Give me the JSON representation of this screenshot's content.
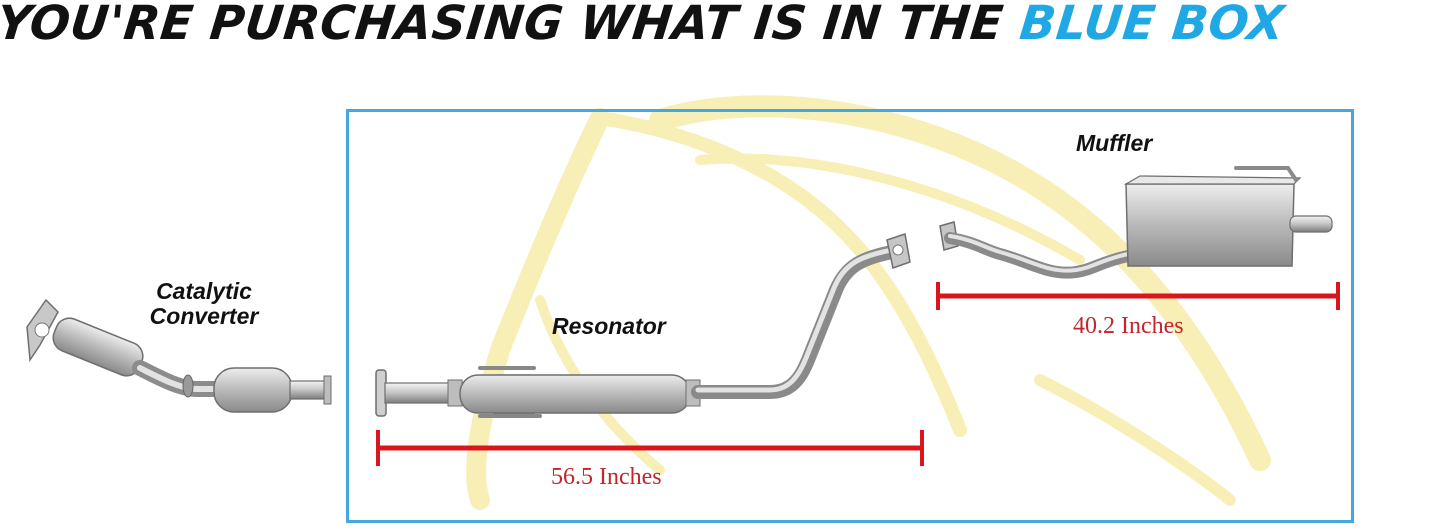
{
  "headline": {
    "text": "YOU'RE PURCHASING WHAT IS IN THE",
    "highlight": "BLUE BOX",
    "highlight_color": "#1fa8e4"
  },
  "box_color": "#45a7df",
  "parts": {
    "catalytic_converter": {
      "label_line1": "Catalytic",
      "label_line2": "Converter"
    },
    "resonator": {
      "label": "Resonator"
    },
    "muffler": {
      "label": "Muffler"
    }
  },
  "dimensions": {
    "resonator": "56.5 Inches",
    "muffler": "40.2 Inches",
    "line_color": "#d9161b"
  },
  "watermark": {
    "type": "horse-head-logo",
    "color": "#f2e27a"
  }
}
